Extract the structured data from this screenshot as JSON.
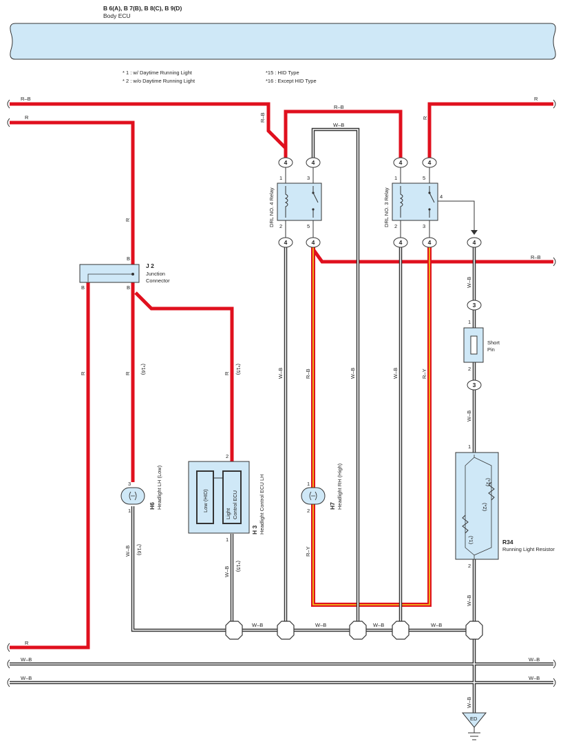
{
  "header": {
    "connectors": "B 6(A), B 7(B), B 8(C), B 9(D)",
    "ecu": "Body ECU"
  },
  "notes": {
    "n1": "* 1 : w/ Daytime Running Light",
    "n2": "* 2 : w/o Daytime Running Light",
    "n15": "*15 : HID Type",
    "n16": "*16 : Except HID Type"
  },
  "wires": {
    "rb": "R–B",
    "r": "R",
    "wb": "W–B",
    "ry": "R–Y"
  },
  "pins": {
    "p1": "1",
    "p2": "2",
    "p3": "3",
    "p4": "4",
    "p5": "5",
    "pb": "B"
  },
  "conditions": {
    "c15": "(*15)",
    "c16": "(*16)",
    "c1": "(*1)",
    "c2": "(*2)"
  },
  "components": {
    "j2_code": "J 2",
    "j2_name1": "Junction",
    "j2_name2": "Connector",
    "relay4": "DRL NO. 4 Relay",
    "relay3": "DRL NO. 3 Relay",
    "short_pin1": "Short",
    "short_pin2": "Pin",
    "h6_code": "H6",
    "h6_name": "Headlight LH (Low)",
    "h3_code": "H 3",
    "h3_name": "Headlight Control ECU LH",
    "h3_low": "Low (HID)",
    "h3_light": "Light",
    "h3_ctrl": "Control ECU",
    "h7_code": "H7",
    "h7_name": "Headlight RH (High)",
    "r34_code": "R34",
    "r34_name": "Running Light Resistor",
    "ground": "ED"
  }
}
